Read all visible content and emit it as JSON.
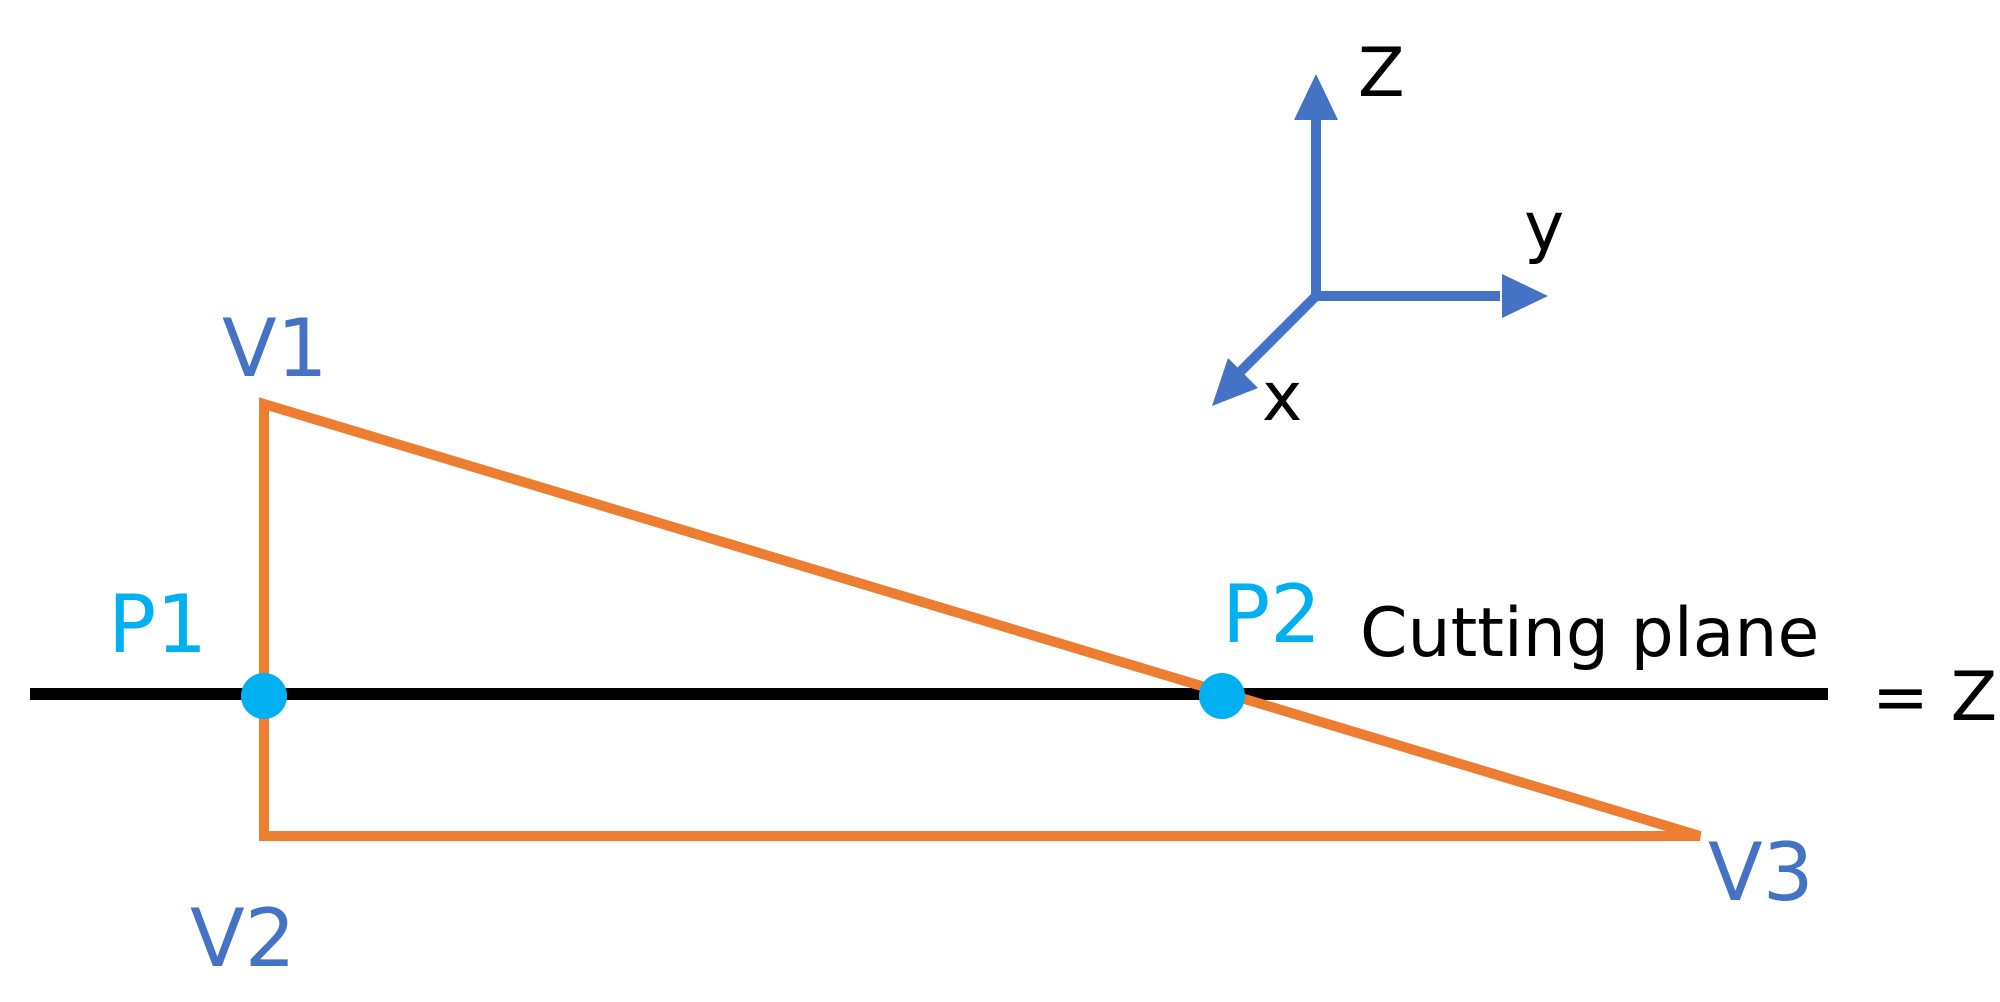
{
  "colors": {
    "triangle": "#ED7D31",
    "plane": "#000000",
    "axis": "#4472C4",
    "vertex_label": "#4472C4",
    "point": "#00B0F0",
    "point_label": "#00B0F0",
    "text": "#000000"
  },
  "vertices": {
    "v1": "V1",
    "v2": "V2",
    "v3": "V3"
  },
  "intersection_points": {
    "p1": "P1",
    "p2": "P2"
  },
  "cutting_plane": {
    "label": "Cutting plane",
    "equation": "= Z"
  },
  "axes": {
    "z": "Z",
    "y": "y",
    "x": "x"
  }
}
